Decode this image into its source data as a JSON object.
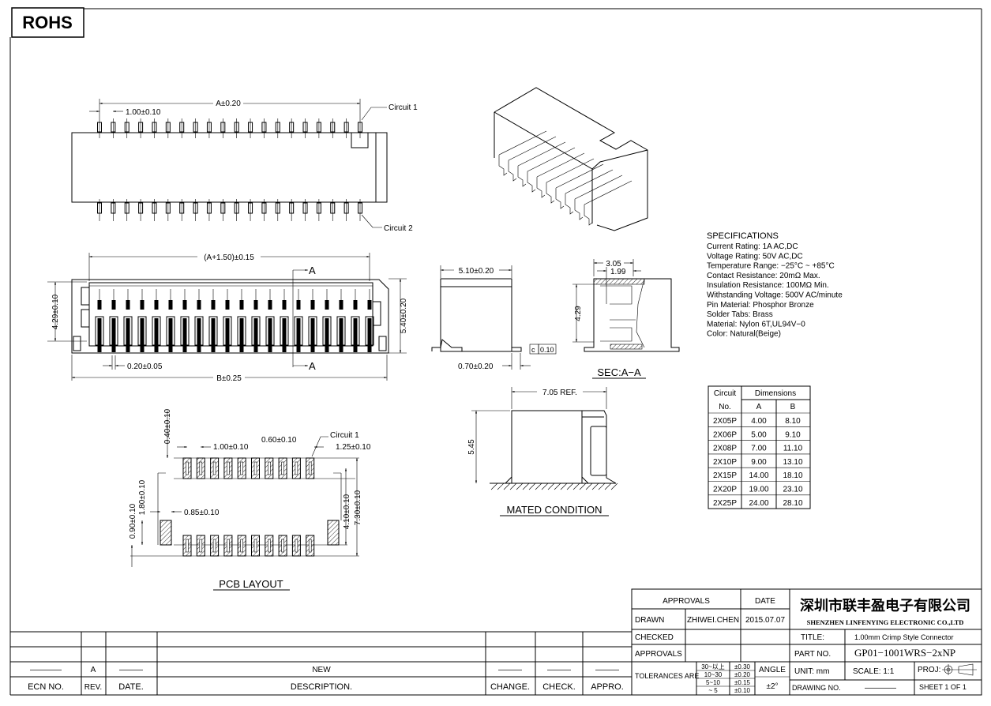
{
  "rohs": "ROHS",
  "top_view": {
    "dim_a": "A±0.20",
    "pitch": "1.00±0.10",
    "circuit1": "Circuit  1",
    "circuit2": "Circuit  2",
    "pin_count_per_row": 20
  },
  "front_view": {
    "dim_a_plus": "(A+1.50)±0.15",
    "height_dim": "4.29±0.10",
    "total_height": "5.40±0.20",
    "pin_width": "0.20±0.05",
    "dim_b": "B±0.25",
    "section_mark": "A"
  },
  "side_view": {
    "width": "5.10±0.20",
    "offset": "0.70±0.20",
    "coplanarity_symbol": "c",
    "coplanarity_value": "0.10"
  },
  "section_view": {
    "dim1": "3.05",
    "dim2": "1.99",
    "dim3": "4.29",
    "label": "SEC:A−A"
  },
  "specifications": {
    "title": "SPECIFICATIONS",
    "lines": [
      "Current  Rating:  1A  AC,DC",
      "Voltage  Rating:  50V  AC,DC",
      "Temperature  Range:  −25°C  ~  +85°C",
      "Contact  Resistance:  20mΩ  Max.",
      "Insulation  Resistance:  100MΩ  Min.",
      "Withstanding  Voltage:  500V  AC/minute",
      "Pin  Material:  Phosphor  Bronze",
      "Solder  Tabs:  Brass",
      "Material:  Nylon  6T,UL94V−0",
      "Color:  Natural(Beige)"
    ]
  },
  "dimensions_table": {
    "header_circuit": "Circuit",
    "header_no": "No.",
    "header_dimensions": "Dimensions",
    "header_a": "A",
    "header_b": "B",
    "rows": [
      [
        "2X05P",
        "4.00",
        "8.10"
      ],
      [
        "2X06P",
        "5.00",
        "9.10"
      ],
      [
        "2X08P",
        "7.00",
        "11.10"
      ],
      [
        "2X10P",
        "9.00",
        "13.10"
      ],
      [
        "2X15P",
        "14.00",
        "18.10"
      ],
      [
        "2X20P",
        "19.00",
        "23.10"
      ],
      [
        "2X25P",
        "24.00",
        "28.10"
      ]
    ]
  },
  "mated": {
    "ref": "7.05  REF.",
    "height": "5.45",
    "label": "MATED  CONDITION"
  },
  "pcb": {
    "d040": "0.40±0.10",
    "d100": "1.00±0.10",
    "d060": "0.60±0.10",
    "circuit1": "Circuit  1",
    "d125": "1.25±0.10",
    "d180": "1.80±0.10",
    "d090": "0.90±0.10",
    "d085": "0.85±0.10",
    "d410": "4.10±0.10",
    "d730": "7.30±0.10",
    "label": "PCB  LAYOUT"
  },
  "revision": {
    "row": {
      "ecn": "————",
      "rev": "A",
      "date": "———",
      "desc": "NEW",
      "change": "———",
      "check": "———",
      "appro": "———"
    },
    "headers": {
      "ecn": "ECN  NO.",
      "rev": "REV.",
      "date": "DATE.",
      "desc": "DESCRIPTION.",
      "change": "CHANGE.",
      "check": "CHECK.",
      "appro": "APPRO."
    }
  },
  "title_block": {
    "approvals_header": "APPROVALS",
    "date_header": "DATE",
    "drawn_label": "DRAWN",
    "drawn_by": "ZHIWEI.CHEN",
    "drawn_date": "2015.07.07",
    "checked_label": "CHECKED",
    "approvals_label": "APPROVALS",
    "tolerances_label": "TOLERANCES  ARE",
    "tolerances": [
      [
        "30~以上",
        "±0.30"
      ],
      [
        "10~30",
        "±0.20"
      ],
      [
        "5~10",
        "±0.15"
      ],
      [
        "~  5",
        "±0.10"
      ]
    ],
    "angle_label": "ANGLE",
    "angle_value": "±2°",
    "company_cn": "深圳市联丰盈电子有限公司",
    "company_en": "SHENZHEN LINFENYING ELECTRONIC CO.,LTD",
    "title_label": "TITLE:",
    "title_value": "1.00mm  Crimp  Style  Connector",
    "part_label": "PART  NO.",
    "part_value": "GP01−1001WRS−2xNP",
    "unit_label": "UNIT:  mm",
    "scale_label": "SCALE:    1:1",
    "proj_label": "PROJ:",
    "drawing_no_label": "DRAWING  NO.",
    "drawing_no_value": "————",
    "sheet": "SHEET    1  OF  1"
  }
}
